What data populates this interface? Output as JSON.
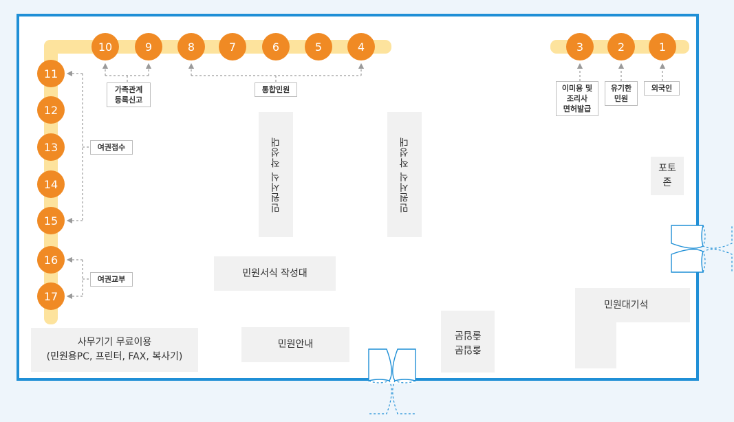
{
  "windows": {
    "w1": "1",
    "w2": "2",
    "w3": "3",
    "w4": "4",
    "w5": "5",
    "w6": "6",
    "w7": "7",
    "w8": "8",
    "w9": "9",
    "w10": "10",
    "w11": "11",
    "w12": "12",
    "w13": "13",
    "w14": "14",
    "w15": "15",
    "w16": "16",
    "w17": "17"
  },
  "labels": {
    "family": "가족관계\n등록신고",
    "integrated": "통합민원",
    "barber": "이미용 및\n조리사\n면허발급",
    "vehicle": "유기한\n민원",
    "foreigner": "외국인",
    "passport_receive": "여권접수",
    "passport_issue": "여권교부"
  },
  "areas": {
    "desk_vertical_1": "민원서식 작성대",
    "desk_vertical_2": "민원서식 작성대",
    "desk_horizontal": "민원서식 작성대",
    "info": "민원안내",
    "office_equipment": "사무기기 무료이용\n(민원용PC, 프린터, FAX, 복사기)",
    "photo_zone": "포토\n존",
    "waiting": "민원대기석",
    "entrance_flipped": "출입문\n출입문"
  },
  "colors": {
    "wall": "#1f8fd6",
    "window": "#f08a24",
    "track": "#fde39d",
    "area": "#f1f1f1",
    "arrow": "#9a9a9a"
  }
}
